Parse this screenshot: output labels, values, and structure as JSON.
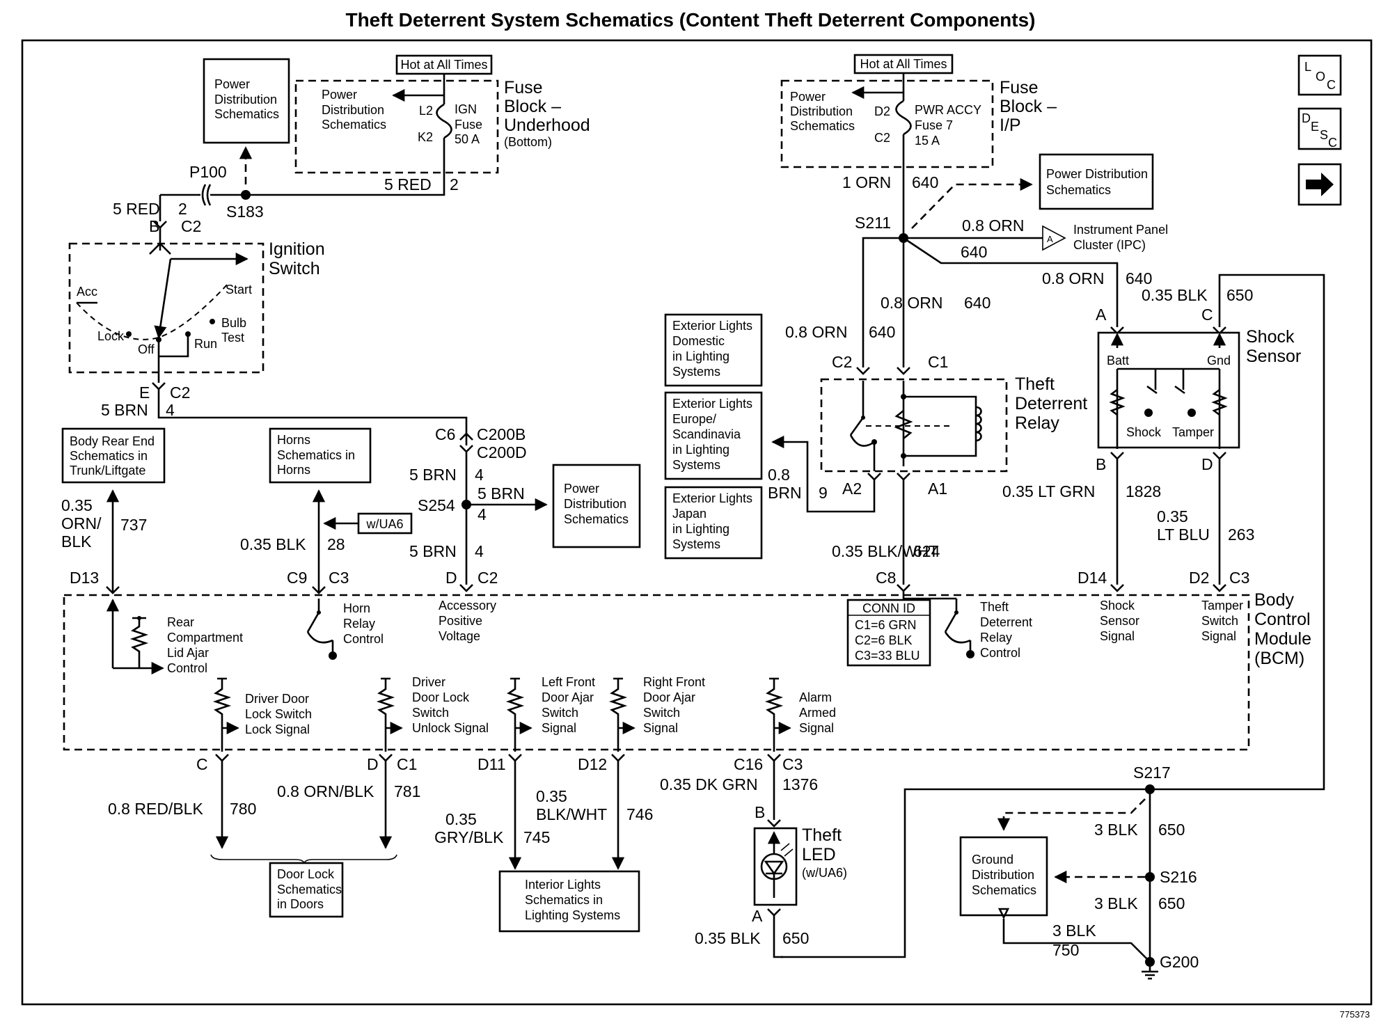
{
  "title": "Theft Deterrent System Schematics (Content Theft Deterrent Components)",
  "diagram_id": "775373",
  "nav_icons": {
    "loc": "loc-icon",
    "desc": "desc-icon",
    "next": "next-arrow-icon"
  },
  "loc_label": [
    "L",
    "O",
    "C"
  ],
  "desc_label": [
    "D",
    "E",
    "S",
    "C"
  ],
  "hot_at_all_times": "Hot at All Times",
  "fuse_underhood": {
    "title": [
      "Fuse",
      "Block –",
      "Underhood"
    ],
    "sub": "(Bottom)",
    "fuse": [
      "IGN",
      "Fuse",
      "50 A"
    ],
    "pins": [
      "L2",
      "K2"
    ],
    "pds": [
      "Power",
      "Distribution",
      "Schematics"
    ]
  },
  "pds_box_1": [
    "Power",
    "Distribution",
    "Schematics"
  ],
  "fuse_ip": {
    "title": [
      "Fuse",
      "Block –",
      "I/P"
    ],
    "fuse": [
      "PWR ACCY",
      "Fuse 7",
      "15 A"
    ],
    "pins": [
      "D2",
      "C2"
    ],
    "pds": [
      "Power",
      "Distribution",
      "Schematics"
    ]
  },
  "pds_box_2": [
    "Power Distribution",
    "Schematics"
  ],
  "pds_box_3": [
    "Power",
    "Distribution",
    "Schematics"
  ],
  "ipc": [
    "Instrument Panel",
    "Cluster (IPC)"
  ],
  "ipc_tag": "A",
  "ignition_switch": {
    "title": [
      "Ignition",
      "Switch"
    ],
    "positions": [
      "Acc",
      "Start",
      "Bulb",
      "Test",
      "Lock",
      "Off",
      "Run"
    ]
  },
  "ref_boxes": {
    "body_rear": [
      "Body Rear End",
      "Schematics in",
      "Trunk/Liftgate"
    ],
    "horns": [
      "Horns",
      "Schematics in",
      "Horns"
    ],
    "ext_domestic": [
      "Exterior Lights",
      "Domestic",
      "in Lighting",
      "Systems"
    ],
    "ext_europe": [
      "Exterior Lights",
      "Europe/",
      "Scandinavia",
      "in Lighting",
      "Systems"
    ],
    "ext_japan": [
      "Exterior Lights",
      "Japan",
      "in Lighting",
      "Systems"
    ],
    "door_lock": [
      "Door Lock",
      "Schematics",
      "in Doors"
    ],
    "interior": [
      "Interior Lights",
      "Schematics in",
      "Lighting Systems"
    ],
    "ground": [
      "Ground",
      "Distribution",
      "Schematics"
    ]
  },
  "option_ua6": "w/UA6",
  "relay": {
    "title": [
      "Theft",
      "Deterrent",
      "Relay"
    ]
  },
  "shock_sensor": {
    "title": [
      "Shock",
      "Sensor"
    ],
    "inner": [
      "Batt",
      "Gnd",
      "Shock",
      "Tamper"
    ]
  },
  "bcm": {
    "title": [
      "Body",
      "Control",
      "Module",
      "(BCM)"
    ],
    "labels": {
      "rear_comp": [
        "Rear",
        "Compartment",
        "Lid Ajar",
        "Control"
      ],
      "horn": [
        "Horn",
        "Relay",
        "Control"
      ],
      "acc": [
        "Accessory",
        "Positive",
        "Voltage"
      ],
      "tdr": [
        "Theft",
        "Deterrent",
        "Relay",
        "Control"
      ],
      "shock": [
        "Shock",
        "Sensor",
        "Signal"
      ],
      "tamper": [
        "Tamper",
        "Switch",
        "Signal"
      ],
      "ddl_lock": [
        "Driver Door",
        "Lock Switch",
        "Lock Signal"
      ],
      "ddl_unlock": [
        "Driver",
        "Door Lock",
        "Switch",
        "Unlock Signal"
      ],
      "lf_ajar": [
        "Left Front",
        "Door Ajar",
        "Switch",
        "Signal"
      ],
      "rf_ajar": [
        "Right Front",
        "Door Ajar",
        "Switch",
        "Signal"
      ],
      "alarm": [
        "Alarm",
        "Armed",
        "Signal"
      ]
    }
  },
  "conn_id": {
    "title": "CONN ID",
    "rows": [
      "C1=6 GRN",
      "C2=6 BLK",
      "C3=33 BLU"
    ]
  },
  "theft_led": {
    "title": [
      "Theft",
      "LED"
    ],
    "sub": "(w/UA6)"
  },
  "splices": [
    "S183",
    "S211",
    "S254",
    "S217",
    "S216"
  ],
  "ground": "G200",
  "connectors": {
    "p100": "P100",
    "c2_num": "2",
    "c2": "C2",
    "c2_b": "B",
    "e_c2": "E",
    "c2_e": "C2",
    "c6": "C6",
    "c200b": "C200B",
    "c200d": "C200D",
    "d13": "D13",
    "c9": "C9",
    "c3a": "C3",
    "d": "D",
    "c2b": "C2",
    "c2r": "C2",
    "c1r": "C1",
    "a2": "A2",
    "a1": "A1",
    "a": "A",
    "c": "C",
    "b": "B",
    "dd": "D",
    "c8": "C8",
    "d14": "D14",
    "d2": "D2",
    "c3b": "C3",
    "cc": "C",
    "d_c1": "D",
    "c1": "C1",
    "d11": "D11",
    "d12": "D12",
    "c16": "C16",
    "c3c": "C3",
    "led_b": "B",
    "led_a": "A",
    "fuse_num": "2",
    "nine": "9"
  },
  "wires": {
    "w_5red_a": "5 RED",
    "w_5red_a_n": "2",
    "w_5red_b": "5 RED",
    "w_5brn_e": "5 BRN",
    "w_5brn_e_n": "4",
    "w_5brn_1": "5 BRN",
    "w_5brn_1_n": "4",
    "w_5brn_2": "5 BRN",
    "w_5brn_2_n": "4",
    "w_5brn_3": "5 BRN",
    "w_5brn_3_n": "4",
    "w_orn_blk_a": [
      "0.35",
      "ORN/",
      "BLK"
    ],
    "w_orn_blk_a_n": "737",
    "w_blk_28": "0.35 BLK",
    "w_blk_28_n": "28",
    "w_1orn": "1 ORN",
    "w_1orn_n": "640",
    "w_ipc": "0.8 ORN",
    "w_ipc_n": "640",
    "w_orn_640_b": "0.8 ORN",
    "w_orn_640_b_n": "640",
    "w_orn_640_c": "0.8 ORN",
    "w_orn_640_c_n": "640",
    "w_orn_640_d": "0.8 ORN",
    "w_orn_640_d_n": "640",
    "w_blk_650_top": "0.35 BLK",
    "w_blk_650_top_n": "650",
    "w_08brn": [
      "0.8",
      "BRN"
    ],
    "w_ltgrn": "0.35 LT GRN",
    "w_ltgrn_n": "1828",
    "w_ltblu": [
      "0.35",
      "LT BLU"
    ],
    "w_ltblu_n": "263",
    "w_blkwht_624": "0.35 BLK/WHT",
    "w_blkwht_624_n": "624",
    "w_redblk": "0.8 RED/BLK",
    "w_redblk_n": "780",
    "w_ornblk": "0.8 ORN/BLK",
    "w_ornblk_n": "781",
    "w_gryblk": [
      "0.35",
      "GRY/BLK"
    ],
    "w_gryblk_n": "745",
    "w_blkwht_746": [
      "0.35",
      "BLK/WHT"
    ],
    "w_blkwht_746_n": "746",
    "w_dkgrn": "0.35 DK GRN",
    "w_dkgrn_n": "1376",
    "w_blk_650_led": "0.35 BLK",
    "w_blk_650_led_n": "650",
    "w_3blk_a": "3 BLK",
    "w_3blk_a_n": "650",
    "w_3blk_b": "3 BLK",
    "w_3blk_b_n": "650",
    "w_3blk_c": "3 BLK",
    "w_3blk_c_n": "750"
  }
}
